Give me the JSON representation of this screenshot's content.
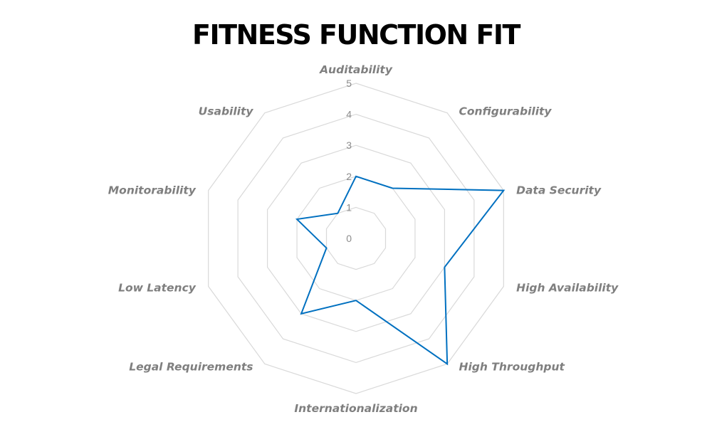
{
  "chart_data": {
    "type": "radar",
    "title": "FITNESS FUNCTION FIT",
    "categories": [
      "Auditability",
      "Configurability",
      "Data Security",
      "High Availability",
      "High Throughput",
      "Internationalization",
      "Legal Requirements",
      "Low Latency",
      "Monitorability",
      "Usability"
    ],
    "series": [
      {
        "name": "",
        "color": "#0070c0",
        "values": [
          2,
          2,
          5,
          3,
          5,
          2,
          3,
          1,
          2,
          1
        ]
      }
    ],
    "rlim": [
      0,
      5
    ],
    "ticks": [
      "0",
      "1",
      "2",
      "3",
      "4",
      "5"
    ],
    "grid": true,
    "legend": "none"
  }
}
